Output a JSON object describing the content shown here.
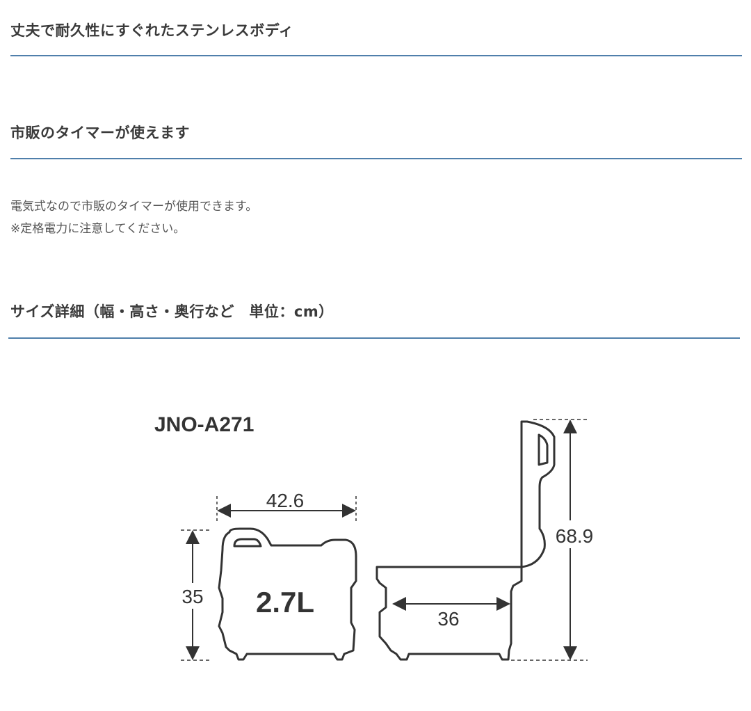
{
  "sections": [
    {
      "heading": "丈夫で耐久性にすぐれたステンレスボディ"
    },
    {
      "heading": "市販のタイマーが使えます",
      "lines": [
        "電気式なので市販のタイマーが使用できます。",
        "※定格電力に注意してください。"
      ]
    },
    {
      "heading": "サイズ詳細（幅・高さ・奥行など　単位：cm）"
    }
  ],
  "diagram": {
    "model": "JNO-A271",
    "capacity_label": "2.7L",
    "width_label": "42.6",
    "height_closed_label": "35",
    "depth_label": "36",
    "height_open_label": "68.9"
  },
  "colors": {
    "rule": "#4f7fab",
    "heading": "#3a3a3a",
    "text": "#555555",
    "outline": "#333333"
  }
}
